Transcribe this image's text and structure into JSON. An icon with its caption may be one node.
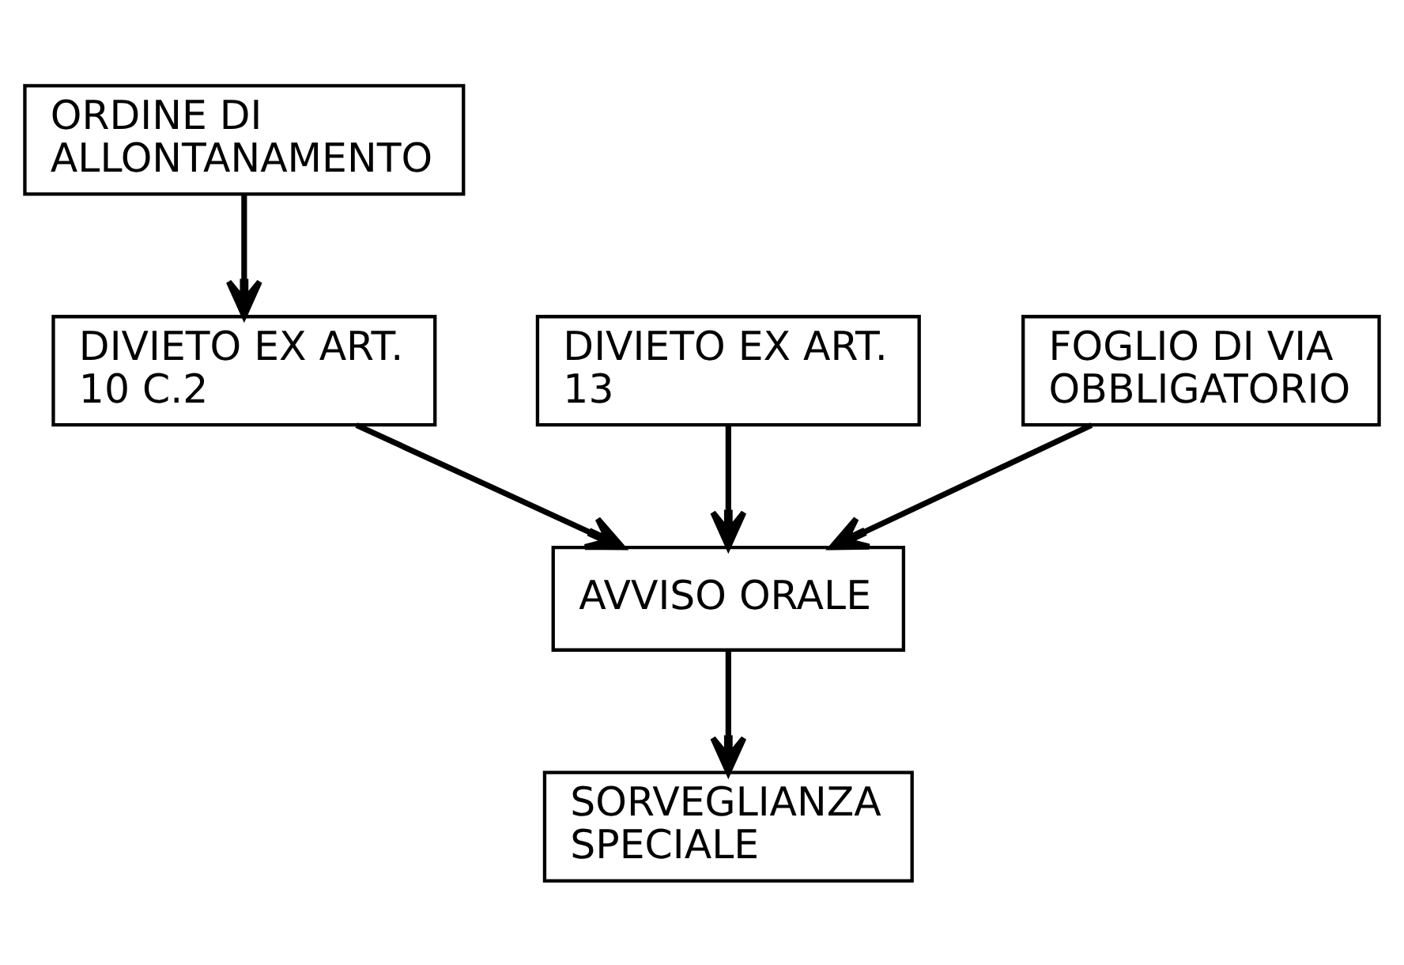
{
  "diagram": {
    "nodes": [
      {
        "text": [
          "ORDINE DI ALLONTANAMENTO"
        ]
      },
      {
        "text": [
          "DIVIETO EX ART. 13"
        ]
      },
      {
        "text": [
          "FOGLIO DI VIA OBBLIGATORIO"
        ]
      },
      {
        "text": [
          "DIVIETO EX ART. 10 C.2"
        ]
      },
      {
        "text": [
          "AVVISO ORALE"
        ]
      },
      {
        "text": [
          "SORVEGLIANZA SPECIALE"
        ]
      }
    ],
    "edges": [
      {
        "from": 0,
        "to": 3,
        "arrow": "to"
      },
      {
        "from": 1,
        "to": 4,
        "arrow": "to"
      },
      {
        "from": 2,
        "to": 4,
        "arrow": "to"
      },
      {
        "from": 3,
        "to": 4,
        "arrow": "to"
      },
      {
        "from": 4,
        "to": 5,
        "arrow": "to"
      }
    ]
  }
}
